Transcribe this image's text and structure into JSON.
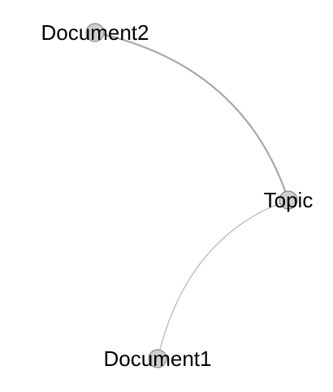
{
  "graph": {
    "nodes": [
      {
        "id": "document2",
        "label": "Document2"
      },
      {
        "id": "topic",
        "label": "Topic"
      },
      {
        "id": "document1",
        "label": "Document1"
      }
    ],
    "edges": [
      {
        "from": "document2",
        "to": "topic",
        "color": "#a8a8a8"
      },
      {
        "from": "topic",
        "to": "document1",
        "color": "#b4b4b4"
      }
    ],
    "colors": {
      "node_fill": "#d0d0d0",
      "node_stroke": "#8c8c8c",
      "label": "#000000"
    }
  }
}
